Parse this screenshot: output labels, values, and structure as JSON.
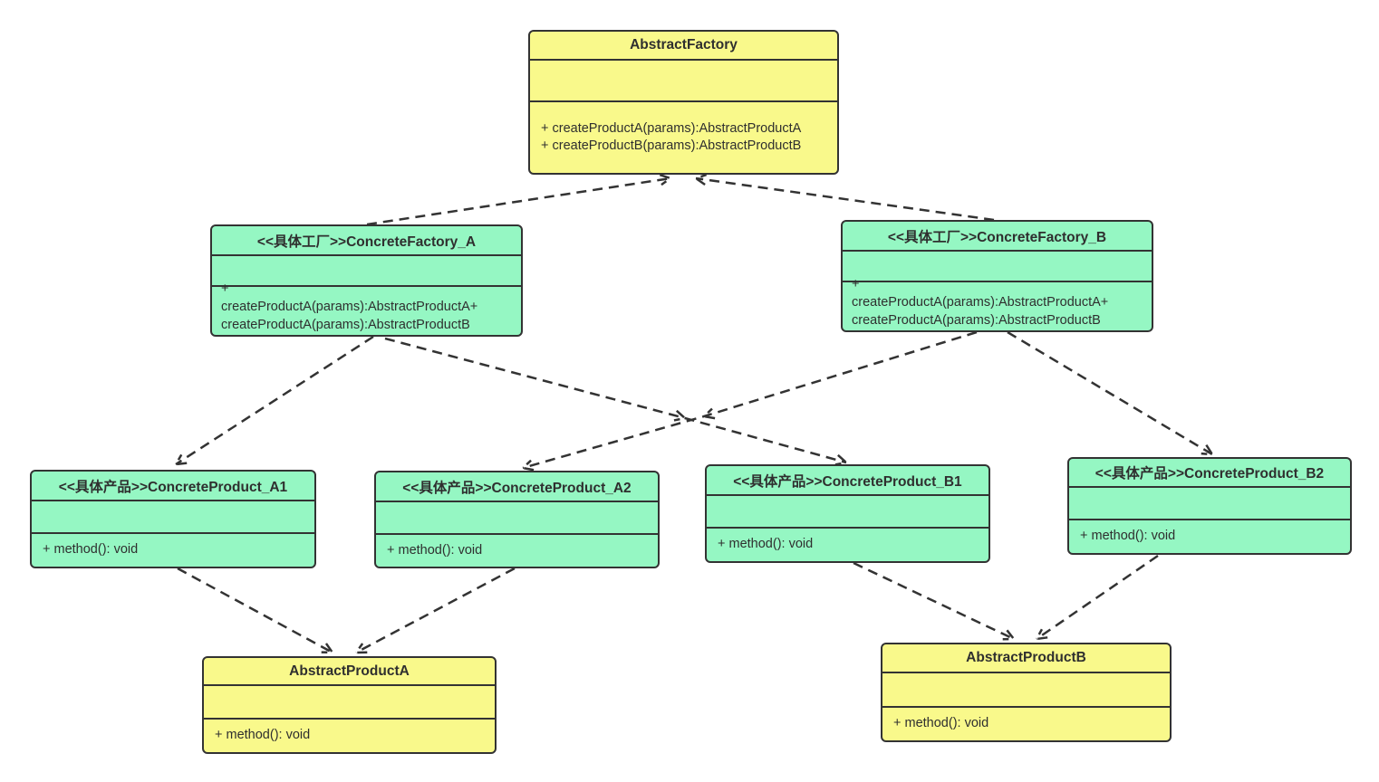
{
  "diagram_type": "uml-class-diagram",
  "pattern": "Abstract Factory",
  "colors": {
    "abstract_class_fill": "#F9F98B",
    "concrete_class_fill": "#95F7C3",
    "border": "#333333",
    "connector": "#333333",
    "background": "#FFFFFF"
  },
  "classes": {
    "abstract_factory": {
      "title": "AbstractFactory",
      "attributes": "",
      "methods": [
        "+ createProductA(params):AbstractProductA",
        "+ createProductB(params):AbstractProductB"
      ]
    },
    "concrete_factory_a": {
      "title": "<<具体工厂>>ConcreteFactory_A",
      "attributes": "",
      "methods": [
        "+",
        "createProductA(params):AbstractProductA+",
        "createProductA(params):AbstractProductB"
      ]
    },
    "concrete_factory_b": {
      "title": "<<具体工厂>>ConcreteFactory_B",
      "attributes": "",
      "methods": [
        "+",
        "createProductA(params):AbstractProductA+",
        "createProductA(params):AbstractProductB"
      ]
    },
    "concrete_product_a1": {
      "title": "<<具体产品>>ConcreteProduct_A1",
      "attributes": "",
      "methods": [
        "+ method(): void"
      ]
    },
    "concrete_product_a2": {
      "title": "<<具体产品>>ConcreteProduct_A2",
      "attributes": "",
      "methods": [
        "+ method(): void"
      ]
    },
    "concrete_product_b1": {
      "title": "<<具体产品>>ConcreteProduct_B1",
      "attributes": "",
      "methods": [
        "+ method(): void"
      ]
    },
    "concrete_product_b2": {
      "title": "<<具体产品>>ConcreteProduct_B2",
      "attributes": "",
      "methods": [
        "+ method(): void"
      ]
    },
    "abstract_product_a": {
      "title": "AbstractProductA",
      "attributes": "",
      "methods": [
        "+ method(): void"
      ]
    },
    "abstract_product_b": {
      "title": "AbstractProductB",
      "attributes": "",
      "methods": [
        "+ method(): void"
      ]
    }
  },
  "relations": [
    {
      "from": "ConcreteFactory_A",
      "to": "AbstractFactory",
      "style": "dashed-open-arrow"
    },
    {
      "from": "ConcreteFactory_B",
      "to": "AbstractFactory",
      "style": "dashed-open-arrow"
    },
    {
      "from": "ConcreteFactory_A",
      "to": "ConcreteProduct_A1",
      "style": "dashed-open-arrow"
    },
    {
      "from": "ConcreteFactory_A",
      "to": "ConcreteProduct_B1",
      "style": "dashed-open-arrow",
      "note": "mid-line arrowhead at crossing"
    },
    {
      "from": "ConcreteFactory_B",
      "to": "ConcreteProduct_A2",
      "style": "dashed-open-arrow",
      "note": "mid-line arrowhead at crossing"
    },
    {
      "from": "ConcreteFactory_B",
      "to": "ConcreteProduct_B2",
      "style": "dashed-open-arrow"
    },
    {
      "from": "ConcreteProduct_A1",
      "to": "AbstractProductA",
      "style": "dashed-open-arrow"
    },
    {
      "from": "ConcreteProduct_A2",
      "to": "AbstractProductA",
      "style": "dashed-open-arrow"
    },
    {
      "from": "ConcreteProduct_B1",
      "to": "AbstractProductB",
      "style": "dashed-open-arrow"
    },
    {
      "from": "ConcreteProduct_B2",
      "to": "AbstractProductB",
      "style": "dashed-open-arrow"
    }
  ]
}
